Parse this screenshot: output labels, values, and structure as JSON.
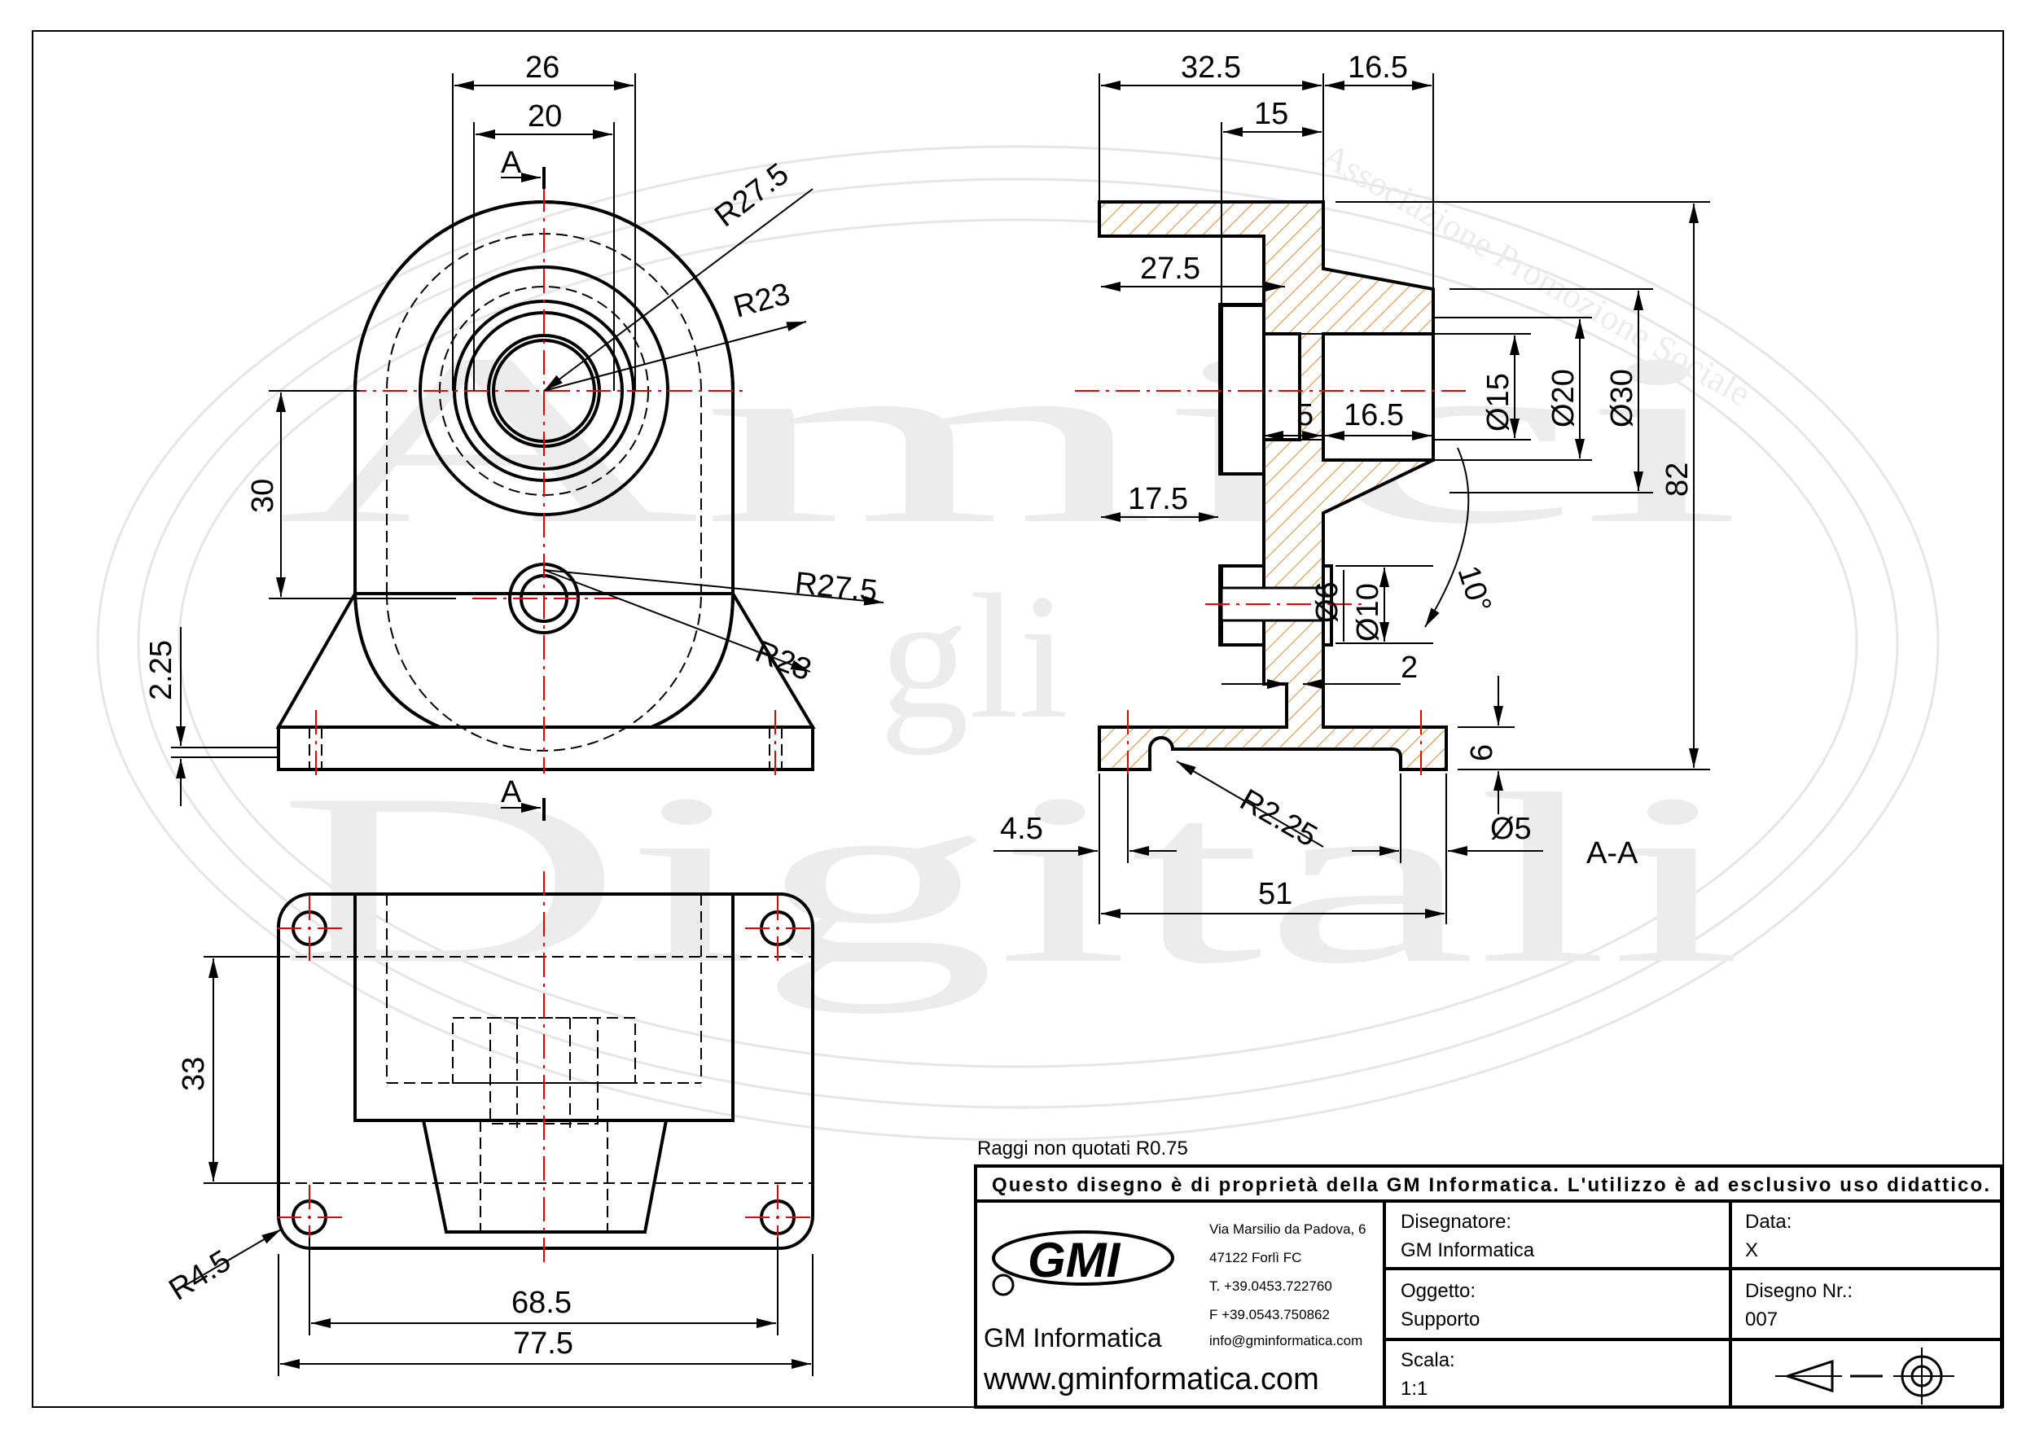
{
  "watermark": {
    "association": "Associazione Promozione Sociale",
    "word_top": "Amici",
    "word_mid": "gli",
    "word_bottom": "Digitali"
  },
  "dimensions": {
    "d26": "26",
    "d20": "20",
    "r275_top": "R27.5",
    "r23_top": "R23",
    "d30": "30",
    "r275_mid": "R27.5",
    "r23_mid": "R23",
    "d225": "2.25",
    "section_a": "A",
    "d325": "32.5",
    "d165_top": "16.5",
    "d15": "15",
    "d275": "27.5",
    "d5": "5",
    "d165_mid": "16.5",
    "phi15": "Ø15",
    "phi20": "Ø20",
    "phi30": "Ø30",
    "d82": "82",
    "d175": "17.5",
    "phi6": "Ø6",
    "phi10": "Ø10",
    "ang10": "10°",
    "d2": "2",
    "d6": "6",
    "r225": "R2.25",
    "d45": "4.5",
    "phi5": "Ø5",
    "d51": "51",
    "section_label": "A-A",
    "d33": "33",
    "r45": "R4.5",
    "d685": "68.5",
    "d775": "77.5"
  },
  "notes": {
    "untoleranced_radii": "Raggi non quotati R0.75"
  },
  "title_block": {
    "ownership": "Questo disegno è di proprietà della GM Informatica. L'utilizzo è ad esclusivo uso didattico.",
    "logo_text": "GMI",
    "company": "GM Informatica",
    "website": "www.gminformatica.com",
    "address1": "Via Marsilio da Padova, 6",
    "address2": "47122 Forlì FC",
    "phone": "T. +39.0453.722760",
    "fax": "F +39.0543.750862",
    "email": "info@gminformatica.com",
    "designer_label": "Disegnatore:",
    "designer_value": "GM Informatica",
    "date_label": "Data:",
    "date_value": "X",
    "object_label": "Oggetto:",
    "object_value": "Supporto",
    "drawing_no_label": "Disegno Nr.:",
    "drawing_no_value": "007",
    "scale_label": "Scala:",
    "scale_value": "1:1"
  }
}
